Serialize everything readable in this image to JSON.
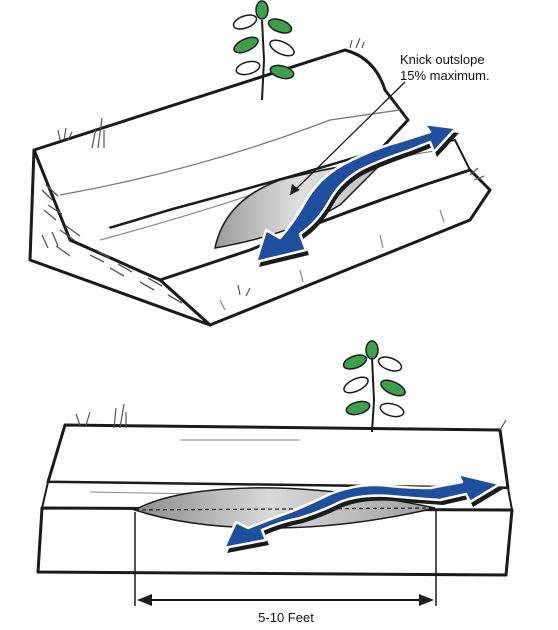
{
  "diagram": {
    "top_label_line1": "Knick outslope",
    "top_label_line2": "15% maximum.",
    "dimension_label": "5-10 Feet"
  },
  "colors": {
    "water_flow": "#1d4fa0",
    "water_shadow": "#1a1a1a",
    "puddle_fill": "#cfcfcf",
    "leaf_green": "#3aa34a",
    "outline": "#1a1a1a"
  }
}
